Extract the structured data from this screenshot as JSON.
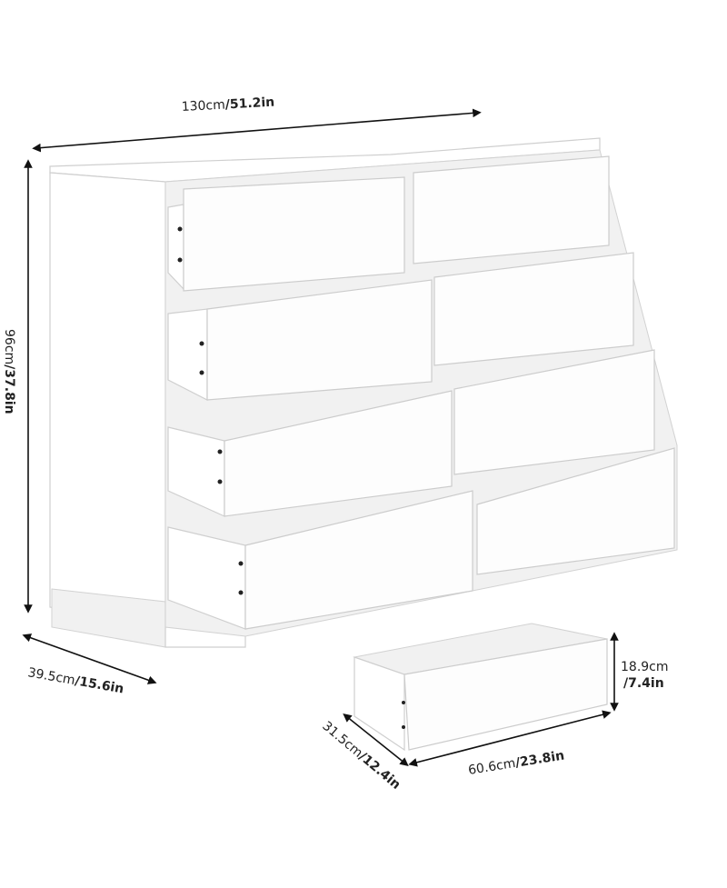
{
  "dimensions": {
    "width": {
      "cm": "130cm",
      "sep": "/",
      "in": "51.2in"
    },
    "height": {
      "cm": "96cm",
      "sep": "/",
      "in": "37.8in"
    },
    "depth": {
      "cm": "39.5cm",
      "sep": "/",
      "in": "15.6in"
    },
    "drawer_height": {
      "cm": "18.9cm",
      "in": "/7.4in"
    },
    "drawer_depth": {
      "cm": "31.5cm",
      "sep": "/",
      "in": "12.4in"
    },
    "drawer_width": {
      "cm": "60.6cm",
      "sep": "/",
      "in": "23.8in"
    }
  },
  "colors": {
    "product": "#ffffff",
    "lines": "#111111"
  }
}
